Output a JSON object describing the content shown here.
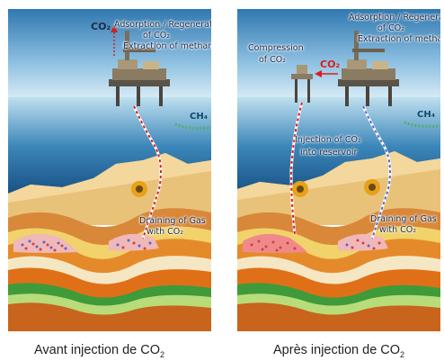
{
  "left": {
    "co2_label": "CO₂",
    "adsorption_label_line1": "Adsorption / Regeneration",
    "adsorption_label_line2": "of CO₂",
    "adsorption_label_line3": "Extraction of methane",
    "ch4_label": "CH₄",
    "draining_label_line1": "Draining of Gas",
    "draining_label_line2": "with CO₂",
    "caption_text": "Avant injection de CO",
    "caption_sub": "2"
  },
  "right": {
    "adsorption_label_line1": "Adsorption / Regeneration",
    "adsorption_label_line2": "of CO₂",
    "adsorption_label_line3": "Extraction of methane",
    "compression_line1": "Compression",
    "compression_line2": "of CO₂",
    "co2_arrow_label": "CO₂",
    "ch4_label": "CH₄",
    "injection_line1": "Injection of CO₂",
    "injection_line2": "into reservoir",
    "draining_label_line1": "Draining of Gas",
    "draining_label_line2": "with CO₂",
    "caption_text": "Après injection de CO",
    "caption_sub": "2"
  },
  "colors": {
    "sky_top": "#2f7fb8",
    "sea": "#1d5f93",
    "sand": "#e9c27a",
    "layer_orange": "#e0701c",
    "layer_green": "#3f9a3a",
    "arrow_red": "#d81e1e"
  }
}
